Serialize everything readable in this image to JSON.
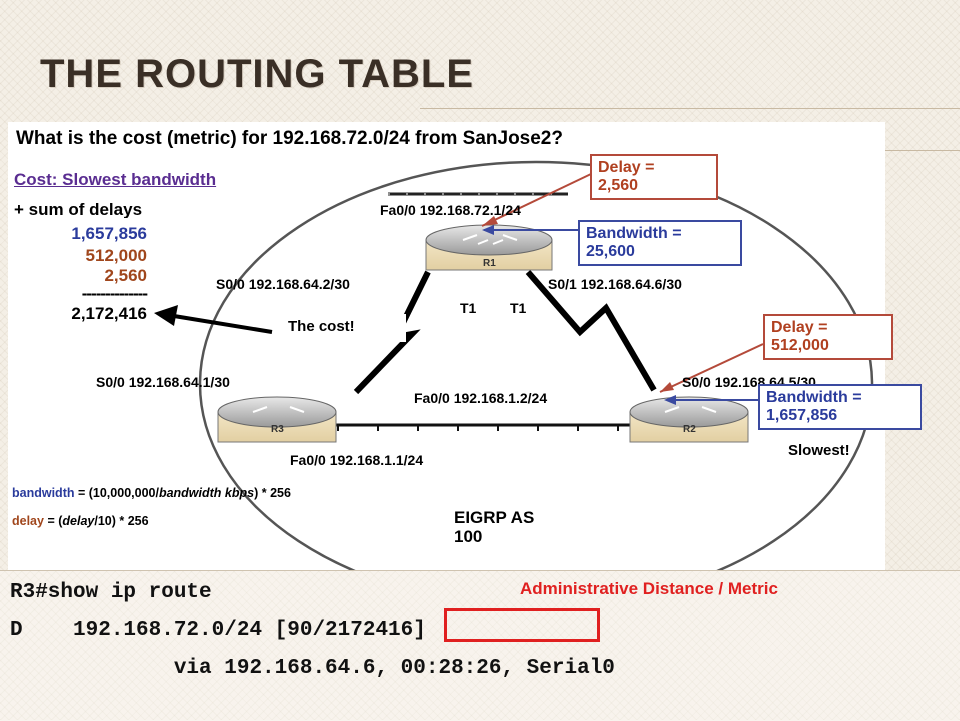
{
  "slide": {
    "title": "The Routing Table"
  },
  "diagram": {
    "question": "What is the cost (metric) for 192.168.72.0/24 from SanJose2?",
    "cost_title": "Cost: Slowest bandwidth",
    "cost_sub": "+ sum of delays",
    "sum": {
      "v1": "1,657,856",
      "v2": "512,000",
      "v3": "2,560",
      "dashes": "--------------",
      "total": "2,172,416"
    },
    "the_cost": "The cost!",
    "routers": {
      "r1": "R1",
      "r2": "R2",
      "r3": "R3"
    },
    "interfaces": {
      "r1_fa0": "Fa0/0 192.168.72.1/24",
      "r1_s00": "S0/0 192.168.64.2/30",
      "r1_s01": "S0/1 192.168.64.6/30",
      "t1_left": "T1",
      "t1_right": "T1",
      "r3_s00": "S0/0 192.168.64.1/30",
      "r2_s00": "S0/0 192.168.64.5/30",
      "r2_fa0": "Fa0/0 192.168.1.2/24",
      "r3_fa0": "Fa0/0 192.168.1.1/24"
    },
    "callouts": {
      "delay1": [
        "Delay =",
        "2,560"
      ],
      "bw1": [
        "Bandwidth =",
        "25,600"
      ],
      "delay2": [
        "Delay =",
        "512,000"
      ],
      "bw2": [
        "Bandwidth =",
        "1,657,856"
      ],
      "slowest": "Slowest!"
    },
    "formula": {
      "bw_word": "bandwidth",
      "bw_rest_a": " = (10,000,000/",
      "bw_italic": "bandwidth kbps",
      "bw_rest_b": ") * 256",
      "delay_word": "delay",
      "delay_rest_a": " = (",
      "delay_italic": "delay",
      "delay_rest_b": "/10) * 256"
    },
    "eigrp": [
      "EIGRP AS",
      "100"
    ]
  },
  "command": {
    "line1": "R3#show ip route",
    "line2": "D    192.168.72.0/24 [90/2172416]",
    "line3": "             via 192.168.64.6, 00:28:26, Serial0",
    "ad_label": "Administrative Distance / Metric"
  },
  "colors": {
    "blue": "#2a3b9c",
    "brown": "#a0461c",
    "red": "#e02020",
    "purple": "#5a2d91"
  }
}
